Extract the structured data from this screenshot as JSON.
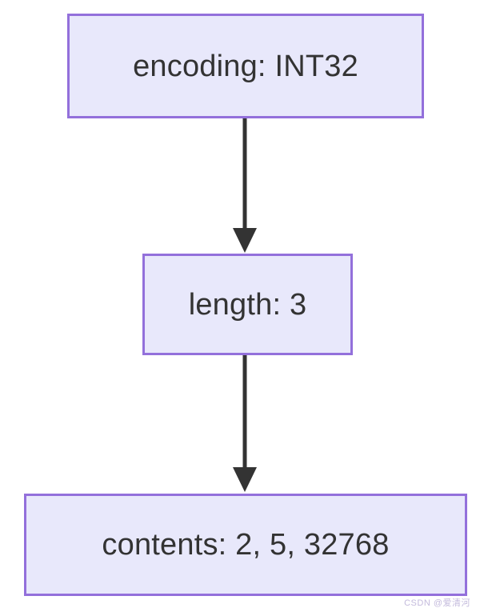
{
  "diagram": {
    "type": "flowchart-vertical",
    "background_color": "#ffffff",
    "node_fill_color": "#e8e8fb",
    "node_border_color": "#9370db",
    "text_color": "#333333",
    "edge_color": "#333333",
    "nodes": [
      {
        "id": "encoding",
        "label": "encoding: INT32"
      },
      {
        "id": "length",
        "label": "length: 3"
      },
      {
        "id": "contents",
        "label": "contents: 2, 5, 32768"
      }
    ],
    "edges": [
      {
        "from": "encoding",
        "to": "length",
        "arrow": "down-arrow-icon"
      },
      {
        "from": "length",
        "to": "contents",
        "arrow": "down-arrow-icon"
      }
    ]
  },
  "watermark": {
    "text": "CSDN @爱清河"
  }
}
